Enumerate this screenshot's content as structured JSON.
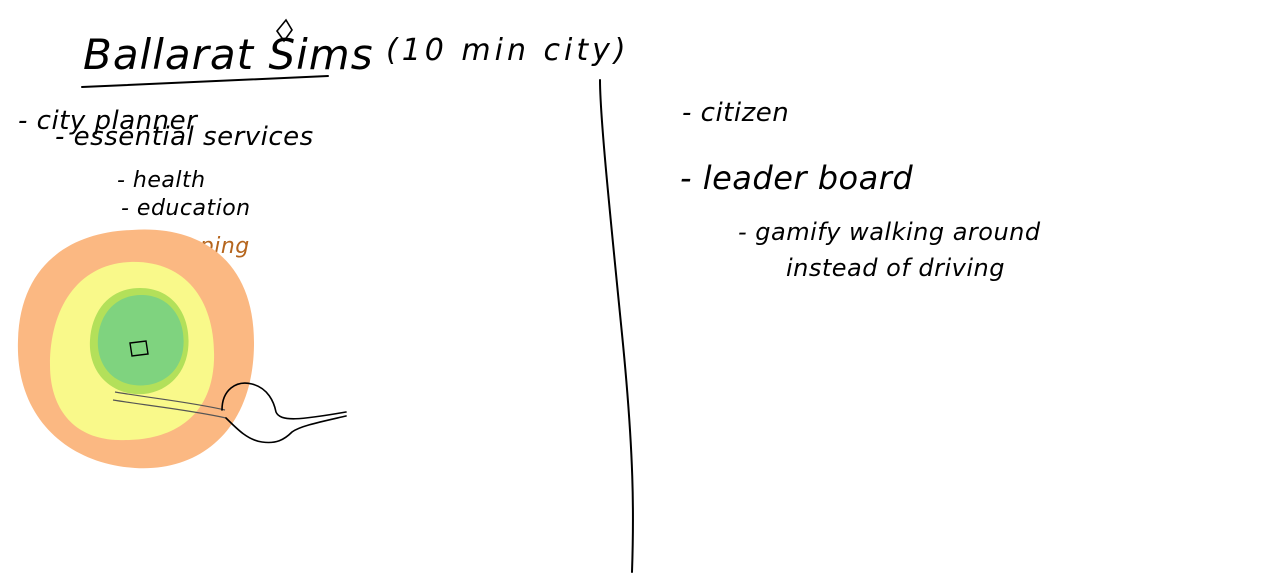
{
  "title": "Ballarat Sims",
  "subtitle": "(10 min city)",
  "left_column": {
    "heading": "- city planner",
    "sub_heading": "- essential services",
    "items": [
      {
        "label": "- health"
      },
      {
        "label": "- education"
      },
      {
        "label": "- shopping",
        "color": "#b5651d"
      }
    ]
  },
  "right_column": {
    "item_1": "- citizen",
    "item_2": "- leader board",
    "sub_line_1": "- gamify walking around",
    "sub_line_2": "instead of driving"
  },
  "colors": {
    "outer_zone": "#fbb882",
    "middle_zone": "#f9f98a",
    "inner_ring": "#b3e05a",
    "center_zone": "#7fd37f",
    "ink": "#000000",
    "shopping_text": "#b5651d"
  }
}
